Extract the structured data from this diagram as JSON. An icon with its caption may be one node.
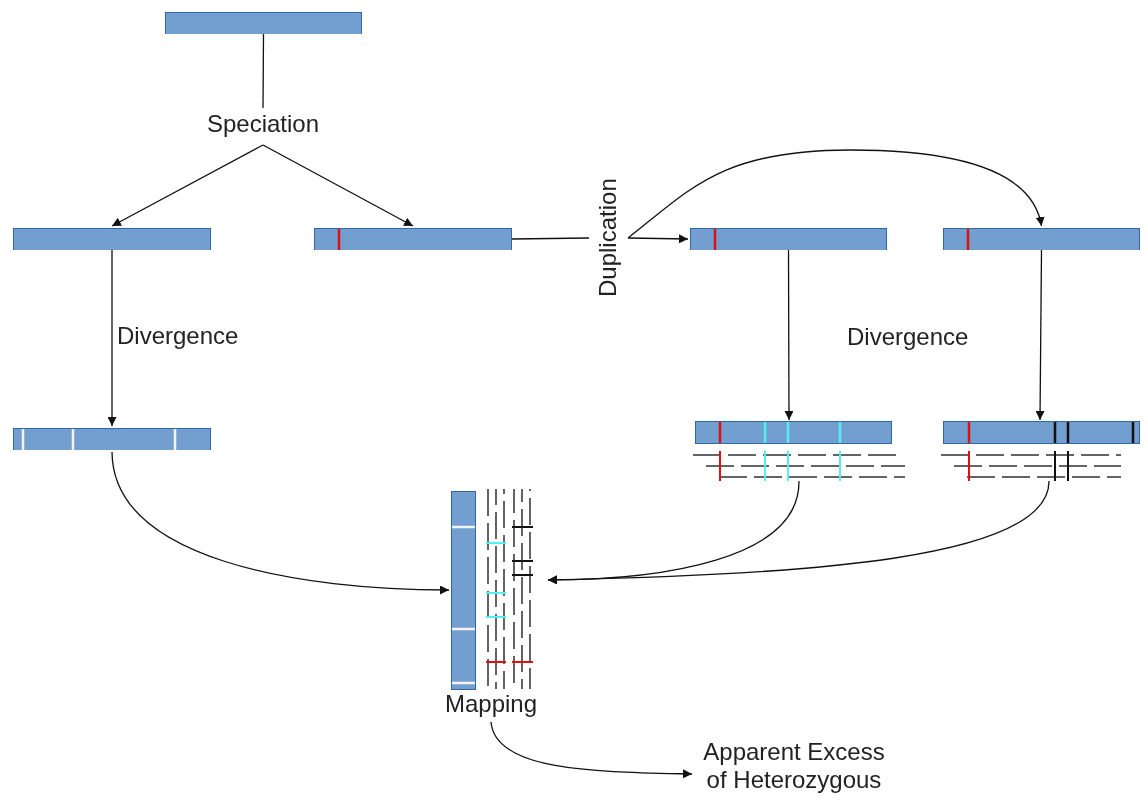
{
  "diagram": {
    "nodes": [
      {
        "text": [],
        "shape": "bar"
      },
      {
        "text": [
          "Speciation"
        ]
      },
      {
        "text": [],
        "shape": "bar"
      },
      {
        "text": [],
        "shape": "bar"
      },
      {
        "text": [
          "Duplication"
        ]
      },
      {
        "text": [],
        "shape": "bar"
      },
      {
        "text": [],
        "shape": "bar"
      },
      {
        "text": [],
        "shape": "bar"
      },
      {
        "text": [],
        "shape": "bar"
      },
      {
        "text": [],
        "shape": "bar"
      },
      {
        "text": [],
        "shape": "bar"
      },
      {
        "text": [
          "Mapping"
        ]
      },
      {
        "text": [
          "Apparent Excess of Heterozygous"
        ]
      }
    ],
    "edges": [
      {
        "from": 0,
        "to": 1,
        "arrow": "none"
      },
      {
        "from": 1,
        "to": 2,
        "arrow": "to"
      },
      {
        "from": 1,
        "to": 3,
        "arrow": "to"
      },
      {
        "from": 3,
        "to": 4,
        "arrow": "none"
      },
      {
        "from": 4,
        "to": 5,
        "arrow": "to"
      },
      {
        "from": 4,
        "to": 6,
        "arrow": "to"
      },
      {
        "from": 2,
        "to": 7,
        "arrow": "to",
        "label": "Divergence"
      },
      {
        "from": 5,
        "to": 8,
        "arrow": "to"
      },
      {
        "from": 6,
        "to": 9,
        "arrow": "to"
      },
      {
        "from": 7,
        "to": 10,
        "arrow": "to"
      },
      {
        "from": 8,
        "to": 10,
        "arrow": "to"
      },
      {
        "from": 9,
        "to": 10,
        "arrow": "to"
      },
      {
        "from": 11,
        "to": 12,
        "arrow": "to"
      }
    ],
    "labels": [
      "Divergence"
    ]
  }
}
